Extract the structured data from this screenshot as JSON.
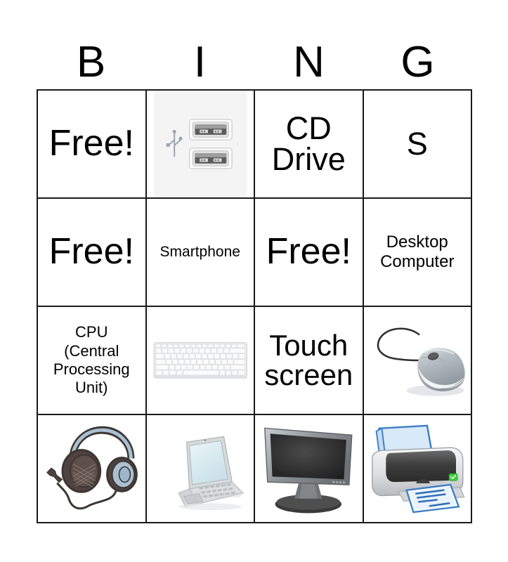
{
  "card": {
    "title_letters": [
      "B",
      "I",
      "N",
      "G"
    ],
    "columns": 4,
    "rows": 4,
    "border_color": "#1a1a1a",
    "background": "#ffffff",
    "text_color": "#000000"
  },
  "cells": [
    {
      "row": 1,
      "col": 1,
      "column_letter": "B",
      "type": "text",
      "label": "Free!",
      "icon": ""
    },
    {
      "row": 1,
      "col": 2,
      "column_letter": "I",
      "type": "image",
      "label": "",
      "icon": "usb-ports-icon"
    },
    {
      "row": 1,
      "col": 3,
      "column_letter": "N",
      "type": "text",
      "label": "CD Drive",
      "line1": "CD",
      "line2": "Drive",
      "icon": ""
    },
    {
      "row": 1,
      "col": 4,
      "column_letter": "G",
      "type": "text",
      "label": "S",
      "icon": ""
    },
    {
      "row": 2,
      "col": 1,
      "column_letter": "B",
      "type": "text",
      "label": "Free!",
      "icon": ""
    },
    {
      "row": 2,
      "col": 2,
      "column_letter": "I",
      "type": "text",
      "label": "Smartphone",
      "icon": ""
    },
    {
      "row": 2,
      "col": 3,
      "column_letter": "N",
      "type": "text",
      "label": "Free!",
      "icon": ""
    },
    {
      "row": 2,
      "col": 4,
      "column_letter": "G",
      "type": "text",
      "label": "Desktop Computer",
      "line1": "Desktop",
      "line2": "Computer",
      "icon": ""
    },
    {
      "row": 3,
      "col": 1,
      "column_letter": "B",
      "type": "text",
      "label": "CPU (Central Processing Unit)",
      "line1": "CPU",
      "line2": "(Central",
      "line3": "Processing",
      "line4": "Unit)",
      "icon": ""
    },
    {
      "row": 3,
      "col": 2,
      "column_letter": "I",
      "type": "image",
      "label": "",
      "icon": "keyboard-icon"
    },
    {
      "row": 3,
      "col": 3,
      "column_letter": "N",
      "type": "text",
      "label": "Touch screen",
      "line1": "Touch",
      "line2": "screen",
      "icon": ""
    },
    {
      "row": 3,
      "col": 4,
      "column_letter": "G",
      "type": "image",
      "label": "",
      "icon": "computer-mouse-icon"
    },
    {
      "row": 4,
      "col": 1,
      "column_letter": "B",
      "type": "image",
      "label": "",
      "icon": "headphones-icon"
    },
    {
      "row": 4,
      "col": 2,
      "column_letter": "I",
      "type": "image",
      "label": "",
      "icon": "laptop-icon"
    },
    {
      "row": 4,
      "col": 3,
      "column_letter": "N",
      "type": "image",
      "label": "",
      "icon": "monitor-icon"
    },
    {
      "row": 4,
      "col": 4,
      "column_letter": "G",
      "type": "image",
      "label": "",
      "icon": "printer-icon"
    }
  ],
  "colors": {
    "usb_panel": "#f4f4f4",
    "usb_metal": "#c9c9c9",
    "keyboard_body": "#e8e9ea",
    "keyboard_key": "#fbfbfb",
    "mouse_body": "#b4bcc2",
    "mouse_highlight": "#f2f4f5",
    "mouse_wheel": "#4a4a4a",
    "headphone_band": "#a9c0d2",
    "headphone_cup": "#4f4240",
    "laptop_body": "#d8dadc",
    "laptop_screen": "#dfeef2",
    "monitor_bezel": "#9aa0a3",
    "monitor_screen": "#2b2b2b",
    "printer_body": "#e2e4e6",
    "printer_lid": "#4a4a4a",
    "printer_paper": "#cfe4f7",
    "printer_led": "#3fcf3f"
  }
}
